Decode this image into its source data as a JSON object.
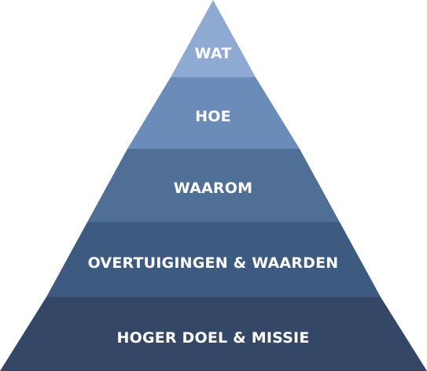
{
  "pyramid": {
    "layers": [
      {
        "label": "WAT",
        "color": "#8faad2"
      },
      {
        "label": "HOE",
        "color": "#6b8cb9"
      },
      {
        "label": "WAAROM",
        "color": "#4f6f96"
      },
      {
        "label": "OVERTUIGINGEN & WAARDEN",
        "color": "#3d5a80"
      },
      {
        "label": "HOGER DOEL & MISSIE",
        "color": "#344766"
      }
    ]
  }
}
